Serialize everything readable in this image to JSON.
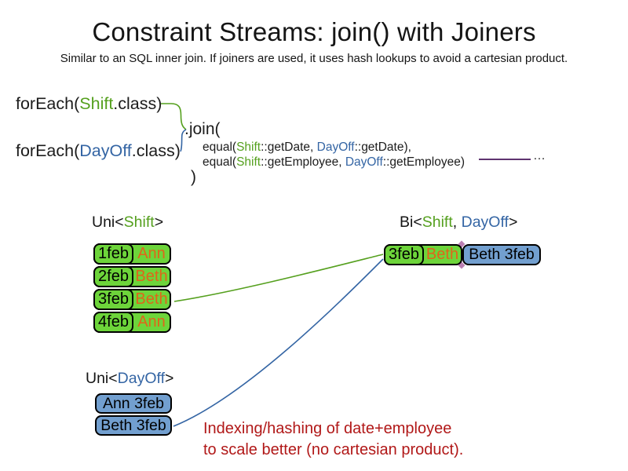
{
  "page": {
    "title": "Constraint Streams: join() with Joiners",
    "subtitle": "Similar to an SQL inner join. If joiners are used, it uses hash lookups to avoid a cartesian product."
  },
  "code": {
    "foreach_shift": {
      "pre": "forEach(",
      "cls": "Shift",
      "post": ".class)"
    },
    "foreach_dayoff": {
      "pre": "forEach(",
      "cls": "DayOff",
      "post": ".class)"
    },
    "join_open": ".join(",
    "joiners": [
      {
        "pre": "equal(",
        "shift": "Shift",
        "mid": "::getDate, ",
        "dayoff": "DayOff",
        "post": "::getDate),"
      },
      {
        "pre": "equal(",
        "shift": "Shift",
        "mid": "::getEmployee, ",
        "dayoff": "DayOff",
        "post": "::getEmployee)"
      }
    ],
    "join_close": ")",
    "ellipsis": "…"
  },
  "tables": {
    "uni_shift": {
      "label_pre": "Uni<",
      "label_cls": "Shift",
      "label_post": ">",
      "rows": [
        {
          "date": "1feb",
          "employee": "Ann"
        },
        {
          "date": "2feb",
          "employee": "Beth"
        },
        {
          "date": "3feb",
          "employee": "Beth"
        },
        {
          "date": "4feb",
          "employee": "Ann"
        }
      ]
    },
    "bi": {
      "label_pre": "Bi<",
      "label_shift": "Shift",
      "label_sep": ", ",
      "label_dayoff": "DayOff",
      "label_post": ">",
      "row": {
        "date": "3feb",
        "employee": "Beth",
        "dayoff_text": "Beth 3feb"
      }
    },
    "uni_dayoff": {
      "label_pre": "Uni<",
      "label_cls": "DayOff",
      "label_post": ">",
      "rows": [
        {
          "text": "Ann 3feb"
        },
        {
          "text": "Beth 3feb"
        }
      ]
    }
  },
  "note": {
    "line1": "Indexing/hashing of date+employee",
    "line2": "to scale better (no cartesian product)."
  },
  "colors": {
    "shift_text_green": "#55a01e",
    "shift_fill_green": "#6dd43a",
    "dayoff_text_blue": "#3465a4",
    "dayoff_fill_blue": "#729fcf",
    "employee_orange": "#e0651a",
    "note_red": "#b11818",
    "joiner_line_purple": "#5f3370"
  }
}
